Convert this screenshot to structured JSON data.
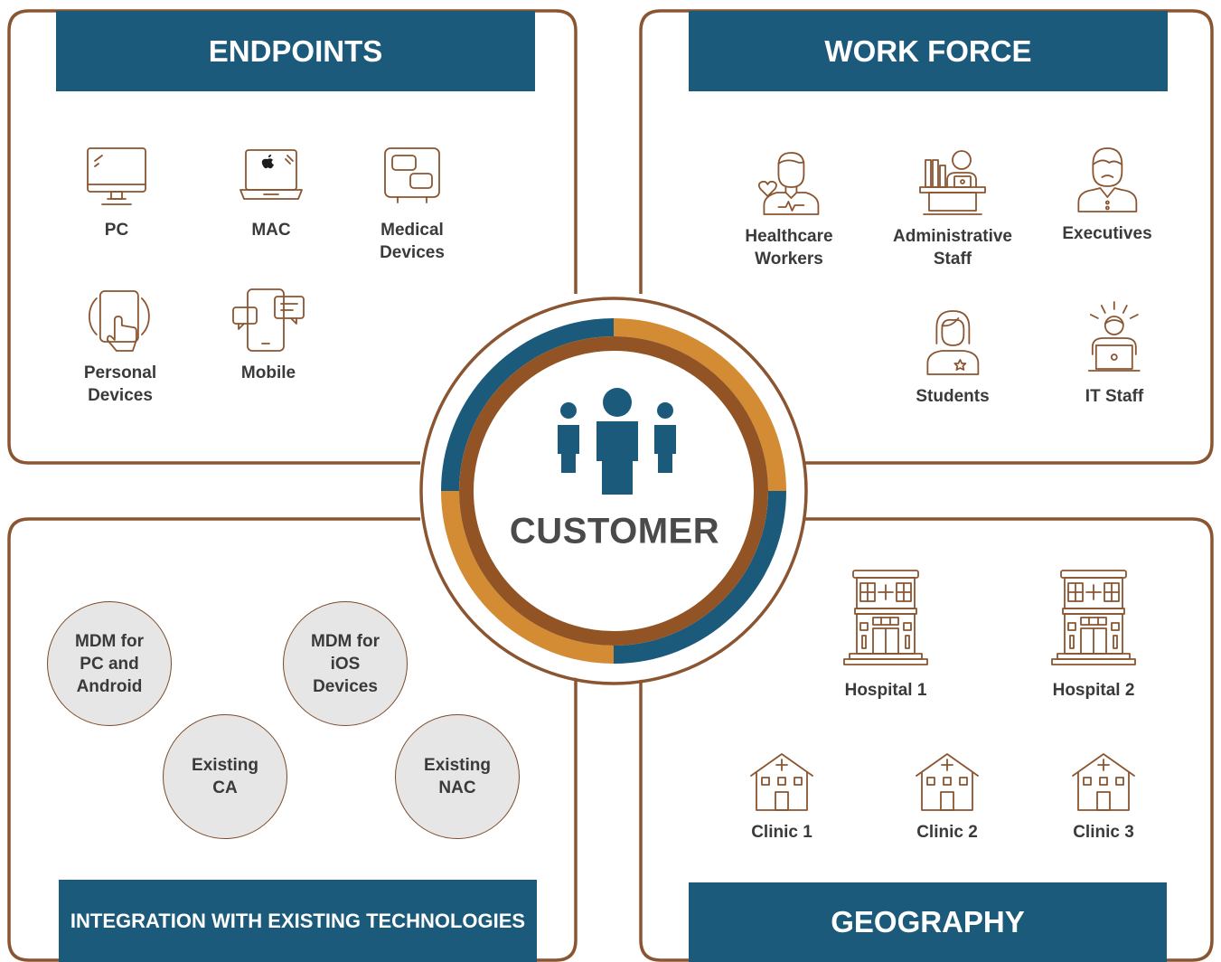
{
  "colors": {
    "frame": "#8a5530",
    "banner": "#1b5a7a",
    "ring_gold": "#d38c33",
    "ring_brown": "#935425",
    "bubble": "#e6e6e6",
    "icon": "#8a5530"
  },
  "center": {
    "label": "CUSTOMER",
    "icon": "people-group-icon"
  },
  "endpoints": {
    "title": "ENDPOINTS",
    "items": [
      {
        "label": "PC",
        "icon": "monitor-icon"
      },
      {
        "label": "MAC",
        "icon": "laptop-icon"
      },
      {
        "label": "Medical\nDevices",
        "icon": "medical-device-icon"
      },
      {
        "label": "Personal\nDevices",
        "icon": "tablet-touch-icon"
      },
      {
        "label": "Mobile",
        "icon": "mobile-chat-icon"
      }
    ]
  },
  "workforce": {
    "title": "WORK FORCE",
    "items": [
      {
        "label": "Healthcare\nWorkers",
        "icon": "healthcare-worker-icon"
      },
      {
        "label": "Administrative\nStaff",
        "icon": "administrative-staff-icon"
      },
      {
        "label": "Executives",
        "icon": "executive-icon"
      },
      {
        "label": "Students",
        "icon": "student-icon"
      },
      {
        "label": "IT Staff",
        "icon": "it-staff-icon"
      }
    ]
  },
  "integration": {
    "title": "INTEGRATION WITH EXISTING\nTECHNOLOGIES",
    "items": [
      {
        "label": "MDM for\nPC and\nAndroid"
      },
      {
        "label": "MDM for\niOS\nDevices"
      },
      {
        "label": "Existing\nCA"
      },
      {
        "label": "Existing\nNAC"
      }
    ]
  },
  "geography": {
    "title": "GEOGRAPHY",
    "hospitals": [
      {
        "label": "Hospital 1",
        "icon": "hospital-icon"
      },
      {
        "label": "Hospital 2",
        "icon": "hospital-icon"
      }
    ],
    "clinics": [
      {
        "label": "Clinic 1",
        "icon": "clinic-icon"
      },
      {
        "label": "Clinic 2",
        "icon": "clinic-icon"
      },
      {
        "label": "Clinic 3",
        "icon": "clinic-icon"
      }
    ]
  }
}
